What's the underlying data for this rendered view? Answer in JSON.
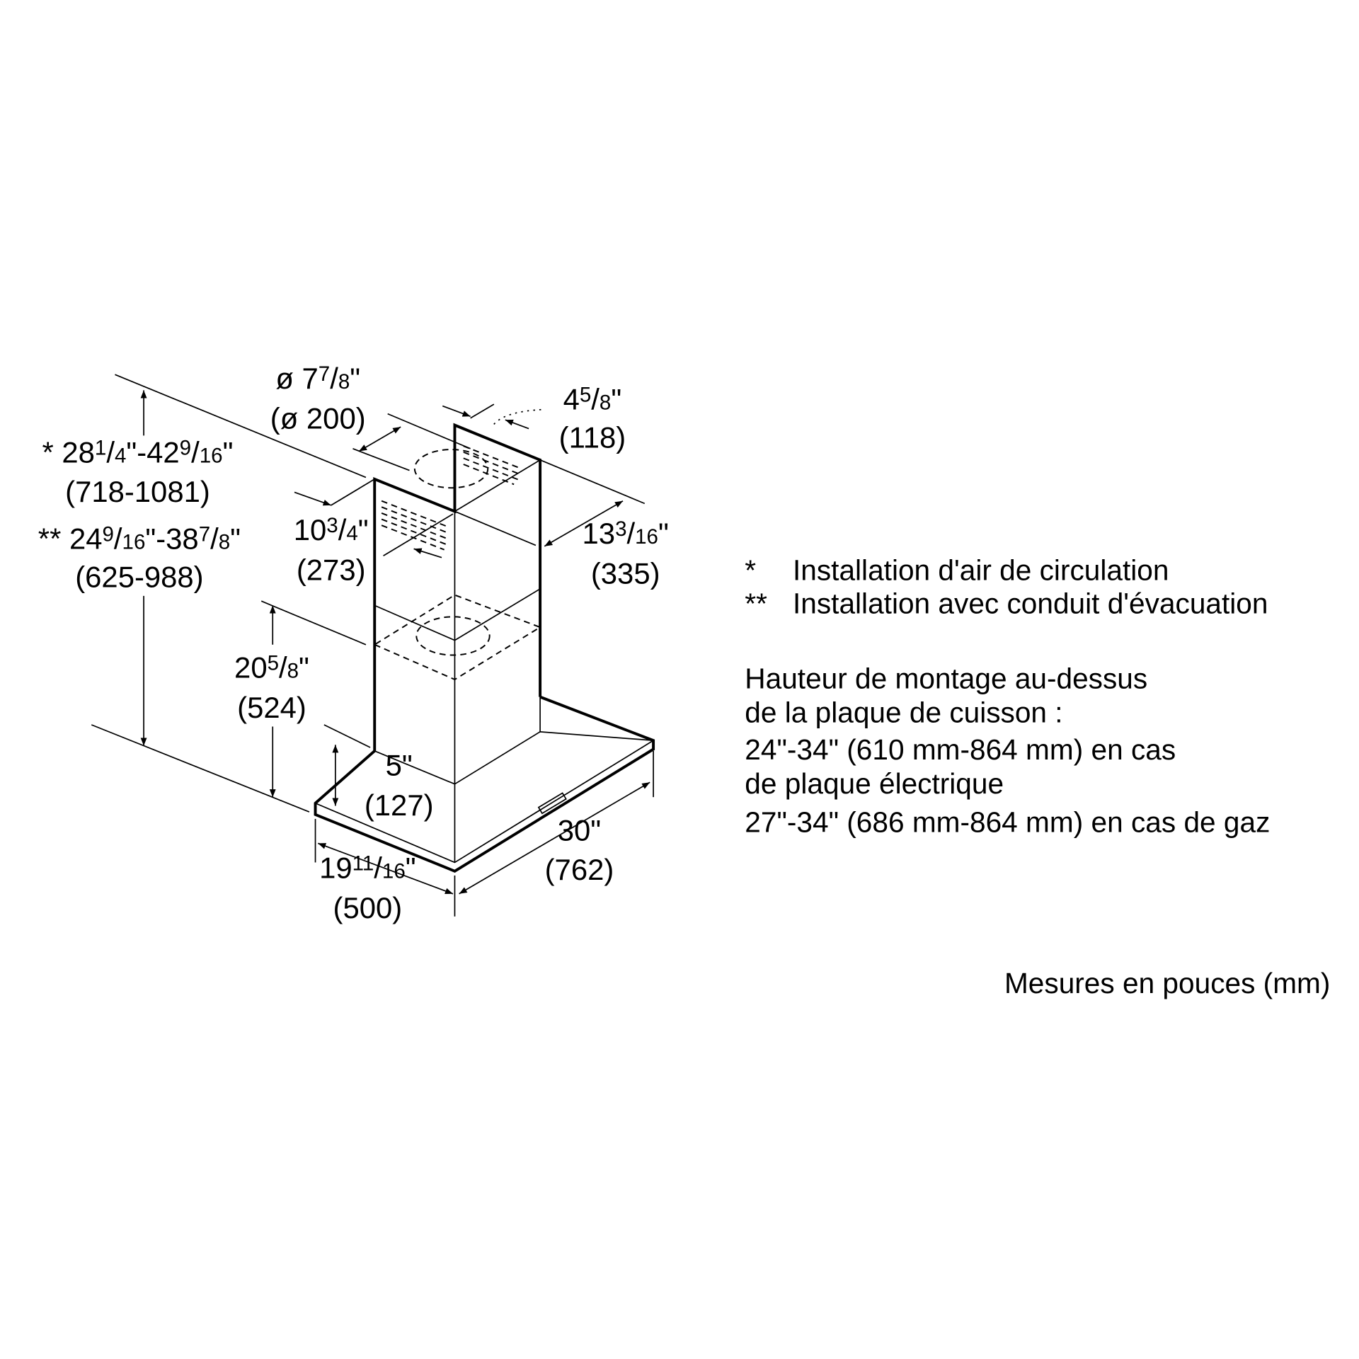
{
  "dimensions": [
    {
      "id": "duct-diameter",
      "lines": [
        [
          {
            "t": "ø 7"
          },
          {
            "t": "7",
            "s": "sup"
          },
          {
            "t": "/"
          },
          {
            "t": "8",
            "s": "sub"
          },
          {
            "t": "\""
          }
        ],
        [
          {
            "t": "(ø 200)"
          }
        ]
      ]
    },
    {
      "id": "chimney-depth-offset",
      "lines": [
        [
          {
            "t": "4"
          },
          {
            "t": "5",
            "s": "sup"
          },
          {
            "t": "/"
          },
          {
            "t": "8",
            "s": "sub"
          },
          {
            "t": "\""
          }
        ],
        [
          {
            "t": "(118)"
          }
        ]
      ]
    },
    {
      "id": "total-height-recirculation",
      "lines": [
        [
          {
            "t": "* 28"
          },
          {
            "t": "1",
            "s": "sup"
          },
          {
            "t": "/"
          },
          {
            "t": "4",
            "s": "sub"
          },
          {
            "t": "\"-42"
          },
          {
            "t": "9",
            "s": "sup"
          },
          {
            "t": "/"
          },
          {
            "t": "16",
            "s": "sub"
          },
          {
            "t": "\""
          }
        ],
        [
          {
            "t": "(718-1081)"
          }
        ]
      ]
    },
    {
      "id": "total-height-ducted",
      "lines": [
        [
          {
            "t": "** 24"
          },
          {
            "t": "9",
            "s": "sup"
          },
          {
            "t": "/"
          },
          {
            "t": "16",
            "s": "sub"
          },
          {
            "t": "\"-38"
          },
          {
            "t": "7",
            "s": "sup"
          },
          {
            "t": "/"
          },
          {
            "t": "8",
            "s": "sub"
          },
          {
            "t": "\""
          }
        ],
        [
          {
            "t": "(625-988)"
          }
        ]
      ]
    },
    {
      "id": "chimney-width",
      "lines": [
        [
          {
            "t": "10"
          },
          {
            "t": "3",
            "s": "sup"
          },
          {
            "t": "/"
          },
          {
            "t": "4",
            "s": "sub"
          },
          {
            "t": "\""
          }
        ],
        [
          {
            "t": "(273)"
          }
        ]
      ]
    },
    {
      "id": "chimney-depth",
      "lines": [
        [
          {
            "t": "13"
          },
          {
            "t": "3",
            "s": "sup"
          },
          {
            "t": "/"
          },
          {
            "t": "16",
            "s": "sub"
          },
          {
            "t": "\""
          }
        ],
        [
          {
            "t": "(335)"
          }
        ]
      ]
    },
    {
      "id": "lower-chimney-height",
      "lines": [
        [
          {
            "t": "20"
          },
          {
            "t": "5",
            "s": "sup"
          },
          {
            "t": "/"
          },
          {
            "t": "8",
            "s": "sub"
          },
          {
            "t": "\""
          }
        ],
        [
          {
            "t": "(524)"
          }
        ]
      ]
    },
    {
      "id": "canopy-height",
      "lines": [
        [
          {
            "t": "5\""
          }
        ],
        [
          {
            "t": "(127)"
          }
        ]
      ]
    },
    {
      "id": "hood-width",
      "lines": [
        [
          {
            "t": "30\""
          }
        ],
        [
          {
            "t": "(762)"
          }
        ]
      ]
    },
    {
      "id": "hood-depth",
      "lines": [
        [
          {
            "t": "19"
          },
          {
            "t": "11",
            "s": "sup"
          },
          {
            "t": "/"
          },
          {
            "t": "16",
            "s": "sub"
          },
          {
            "t": "\""
          }
        ],
        [
          {
            "t": "(500)"
          }
        ]
      ]
    }
  ],
  "legend": [
    {
      "mark": "*",
      "text": "Installation d'air de circulation"
    },
    {
      "mark": "**",
      "text": "Installation avec conduit d'évacuation"
    }
  ],
  "mounting": {
    "heading_line1": "Hauteur de montage au-dessus",
    "heading_line2": "de la plaque de cuisson :",
    "electric_line1": "24\"-34\" (610 mm-864 mm) en cas",
    "electric_line2": "de plaque électrique",
    "gas_line": "27\"-34\" (686 mm-864 mm) en cas de gaz"
  },
  "units_note": "Mesures en pouces (mm)"
}
